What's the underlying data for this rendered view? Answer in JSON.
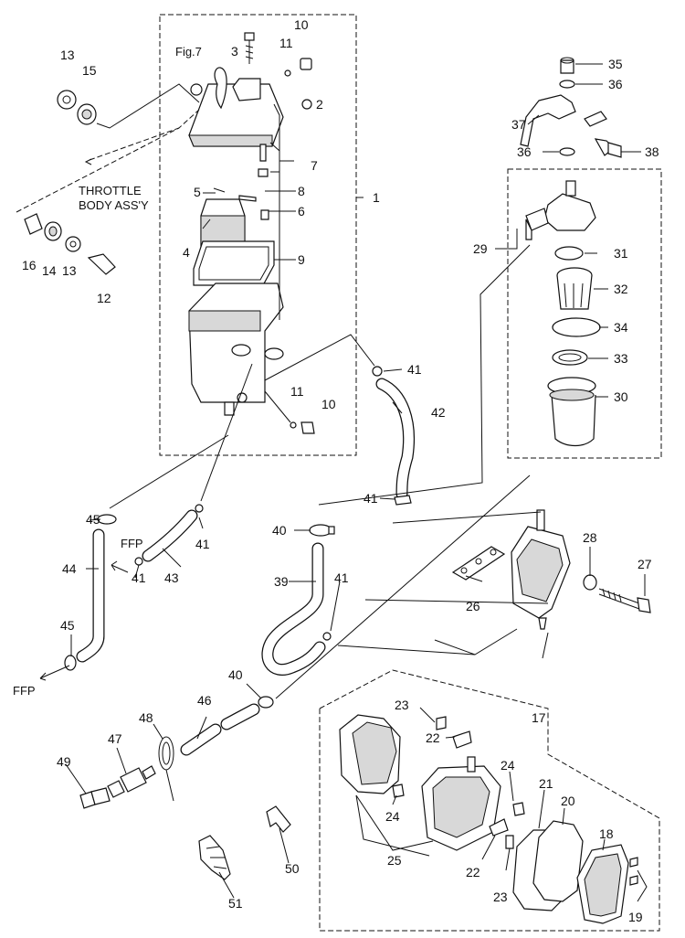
{
  "callouts": [
    "1",
    "2",
    "3",
    "4",
    "5",
    "6",
    "7",
    "8",
    "9",
    "10",
    "10",
    "11",
    "11",
    "12",
    "13",
    "13",
    "14",
    "15",
    "16",
    "17",
    "18",
    "19",
    "20",
    "21",
    "22",
    "22",
    "23",
    "23",
    "24",
    "24",
    "25",
    "26",
    "27",
    "28",
    "29",
    "30",
    "31",
    "32",
    "33",
    "34",
    "35",
    "36",
    "36",
    "37",
    "38",
    "39",
    "40",
    "40",
    "41",
    "41",
    "41",
    "41",
    "41",
    "42",
    "43",
    "44",
    "45",
    "45",
    "46",
    "47",
    "48",
    "49",
    "50",
    "51"
  ],
  "notes": {
    "fig_ref": "Fig.7",
    "throttle_line1": "THROTTLE",
    "throttle_line2": "BODY ASS'Y",
    "ffp_1": "FFP",
    "ffp_2": "FFP"
  }
}
